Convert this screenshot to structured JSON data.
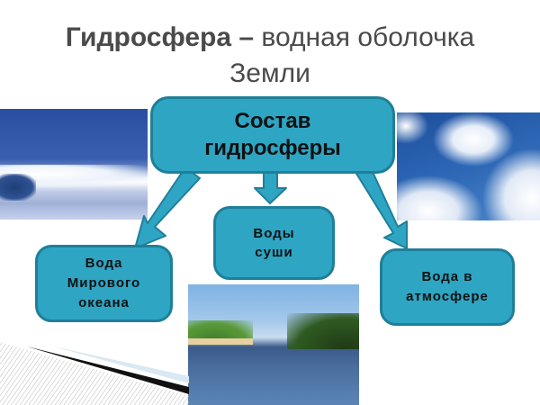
{
  "title": {
    "bold": "Гидросфера –",
    "rest": " водная оболочка",
    "line2": "Земли"
  },
  "center_box": {
    "line1": "Состав",
    "line2": "гидросферы"
  },
  "branches": [
    {
      "label": "Вода\nМирового\nокеана",
      "image": "ocean-wave-photo"
    },
    {
      "label": "Воды\nсуши",
      "image": "river-landscape-photo"
    },
    {
      "label": "Вода в\nатмосфере",
      "image": "cloudy-sky-photo"
    }
  ],
  "colors": {
    "box_fill": "#2ea5c3",
    "box_border": "#1f7f99",
    "title_text": "#4a4a4a",
    "box_text": "#111111"
  }
}
